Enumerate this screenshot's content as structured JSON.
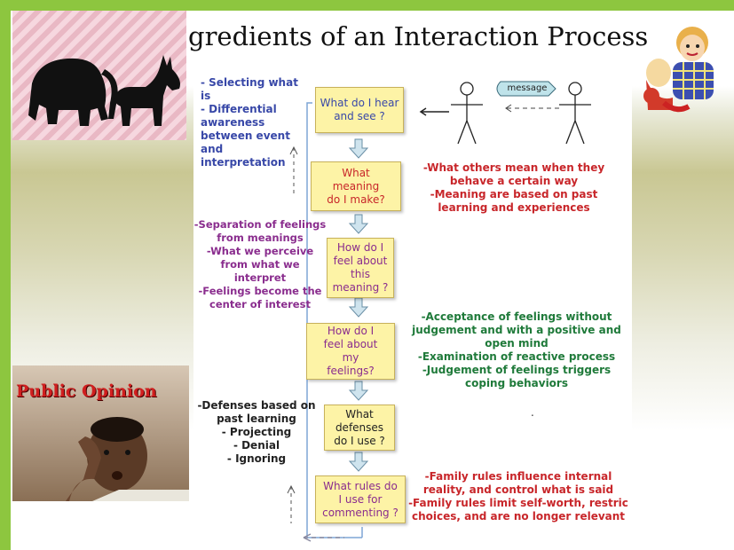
{
  "slide": {
    "title": "gredients of an Interaction Process",
    "colors": {
      "accent_green": "#8dc63f",
      "box_fill": "#fdf3a6",
      "blue": "#3848a8",
      "purple": "#8a2d8e",
      "red": "#c8262a",
      "green": "#1f7a3a"
    }
  },
  "images": {
    "elephant_donkey": {
      "icon": "elephant-donkey-silhouette"
    },
    "public_opinion": {
      "label": "Public Opinion",
      "icon": "man-thinking-photo"
    },
    "cartoon": {
      "icon": "cartoon-couple-hug"
    }
  },
  "diagram": {
    "message_label": "message",
    "steps": [
      {
        "lines": [
          "What do I hear",
          "and see ?"
        ],
        "color": "blue"
      },
      {
        "lines": [
          "What",
          "meaning",
          "do I make?"
        ],
        "color": "red"
      },
      {
        "lines": [
          "How do I",
          "feel about",
          "this",
          "meaning ?"
        ],
        "color": "purple"
      },
      {
        "lines": [
          "How do I",
          "feel about",
          "my",
          "feelings?"
        ],
        "color": "purple"
      },
      {
        "lines": [
          "What",
          "defenses",
          "do I use ?"
        ],
        "color": "dark"
      },
      {
        "lines": [
          "What rules do",
          "I use for",
          "commenting ?"
        ],
        "color": "purple"
      }
    ],
    "left_notes": [
      {
        "lines": [
          "- Selecting what",
          "is",
          "- Differential",
          "awareness",
          "between event",
          "and",
          "interpretation"
        ],
        "color": "blue"
      },
      {
        "lines": [
          "-Separation of feelings",
          "from meanings",
          "-What we perceive",
          "from what we",
          "interpret",
          "-Feelings become the",
          "center of interest"
        ],
        "color": "purple"
      },
      {
        "lines": [
          "-Defenses based on",
          "past learning",
          "- Projecting",
          "- Denial",
          "- Ignoring"
        ],
        "color": "dark"
      }
    ],
    "right_notes": [
      {
        "lines": [
          "-What others mean when they",
          "behave a certain way",
          "-Meaning are based on past",
          "learning and experiences"
        ],
        "color": "red"
      },
      {
        "lines": [
          "-Acceptance of feelings without",
          "judgement and with a positive and",
          "open mind",
          "-Examination of reactive process",
          "-Judgement of feelings triggers",
          "coping behaviors"
        ],
        "color": "green"
      },
      {
        "lines": [
          "-Family rules influence internal",
          "reality, and control what is said",
          "-Family rules limit self-worth, restric",
          "choices, and are no longer relevant"
        ],
        "color": "red"
      }
    ],
    "dot": "."
  }
}
